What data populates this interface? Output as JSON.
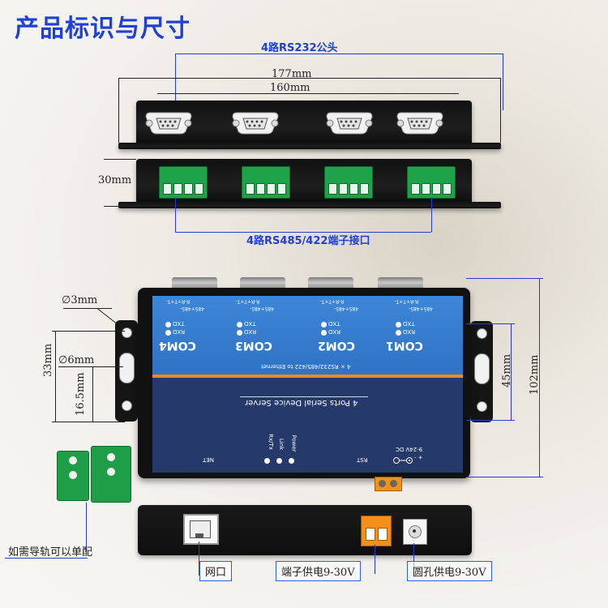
{
  "title": "产品标识与尺寸",
  "top_view": {
    "connector_label": "4路RS232公头",
    "dim_outer": "177mm",
    "dim_inner": "160mm"
  },
  "side_view": {
    "height": "30mm",
    "terminal_label": "4路RS485/422端子接口"
  },
  "front_panel": {
    "ports": [
      {
        "name": "COM4",
        "pins": "R-R+T+T-",
        "pins2": "485+485-"
      },
      {
        "name": "COM3",
        "pins": "R-R+T+T-",
        "pins2": "485+485-"
      },
      {
        "name": "COM2",
        "pins": "R-R+T+T-",
        "pins2": "485+485-"
      },
      {
        "name": "COM1",
        "pins": "R-R+T+T-",
        "pins2": "485+485-"
      }
    ],
    "txd": "TXD",
    "rxd": "RXD",
    "subtitle": "4 × RS232/485/422 to Ethernet",
    "product_name": "4 Ports Serial Device Server",
    "net": "NET",
    "rxtx": "Rx/Tx",
    "link": "Link",
    "power": "Power",
    "rst": "RST",
    "dc": "9-24V DC",
    "plus_minus": "+ -"
  },
  "dims": {
    "hole_small": "3mm",
    "hole_large": "6mm",
    "left_height": "33mm",
    "left_offset": "16.5mm",
    "right_small": "45mm",
    "right_total": "102mm",
    "diameter_symbol": "∅"
  },
  "labels": {
    "rail": "如需导轨可以单配",
    "network": "网口",
    "terminal_power": "端子供电9-30V",
    "jack_power": "圆孔供电9-30V"
  },
  "colors": {
    "title_blue": "#1f3fd6",
    "panel_blue": "#3d86d8",
    "panel_navy": "#25396a",
    "accent_orange": "#f08a1c",
    "terminal_green": "#1fa34a"
  }
}
